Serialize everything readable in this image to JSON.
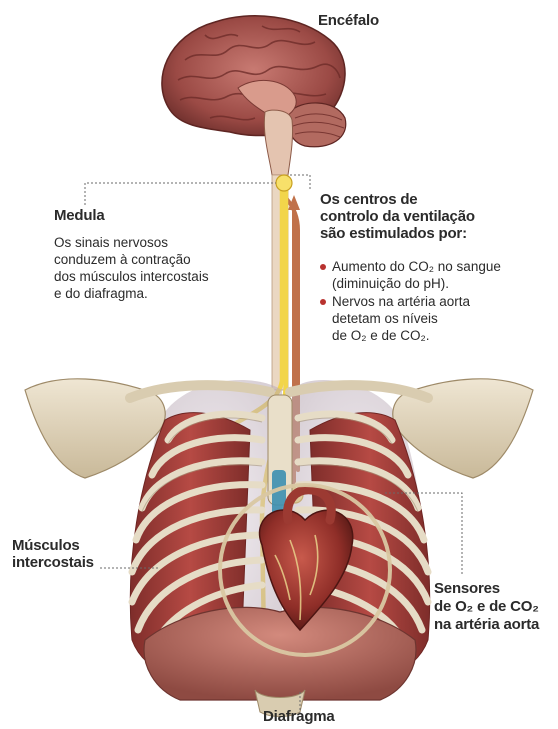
{
  "labels": {
    "brain": "Encéfalo",
    "medulla_title": "Medula",
    "medulla_text": [
      "Os sinais nervosos",
      "conduzem à contração",
      "dos músculos intercostais",
      "e do diafragma."
    ],
    "centers_title": [
      "Os centros de",
      "controlo da ventilação",
      "são estimulados por:"
    ],
    "bullets": [
      {
        "lines": [
          "Aumento do CO₂ no sangue",
          "(diminuição do pH)."
        ]
      },
      {
        "lines": [
          "Nervos na artéria aorta",
          "detetam os níveis",
          "de O₂ e de CO₂."
        ]
      }
    ],
    "intercostal": [
      "Músculos",
      "intercostais"
    ],
    "sensors": [
      "Sensores",
      "de O₂ e de CO₂",
      "na artéria aorta"
    ],
    "diaphragm": "Diafragma"
  },
  "colors": {
    "nerve": "#f2d54a",
    "aorta_signal": "#c0714a",
    "bullet": "#b8322f",
    "muscle": "#a8413c",
    "bone": "#e0d4bc",
    "brain": "#a85550"
  }
}
